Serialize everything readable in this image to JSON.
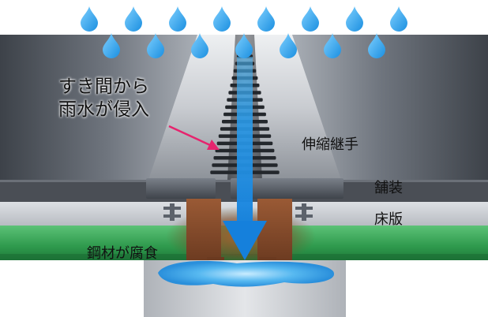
{
  "labels": {
    "rain_intrusion_line1": "すき間から",
    "rain_intrusion_line2": "雨水が侵入",
    "expansion_joint": "伸縮継手",
    "pavement": "舗装",
    "deck_slab": "床版",
    "steel_corrosion": "鋼材が腐食"
  },
  "colors": {
    "water": "#1e90e8",
    "rust": "#8b4a2a",
    "deck_green": "#3aa55a",
    "pavement_dark": "#4a4e55",
    "joint_plate": "#5b6069",
    "arrow_pink": "#e6246e"
  }
}
